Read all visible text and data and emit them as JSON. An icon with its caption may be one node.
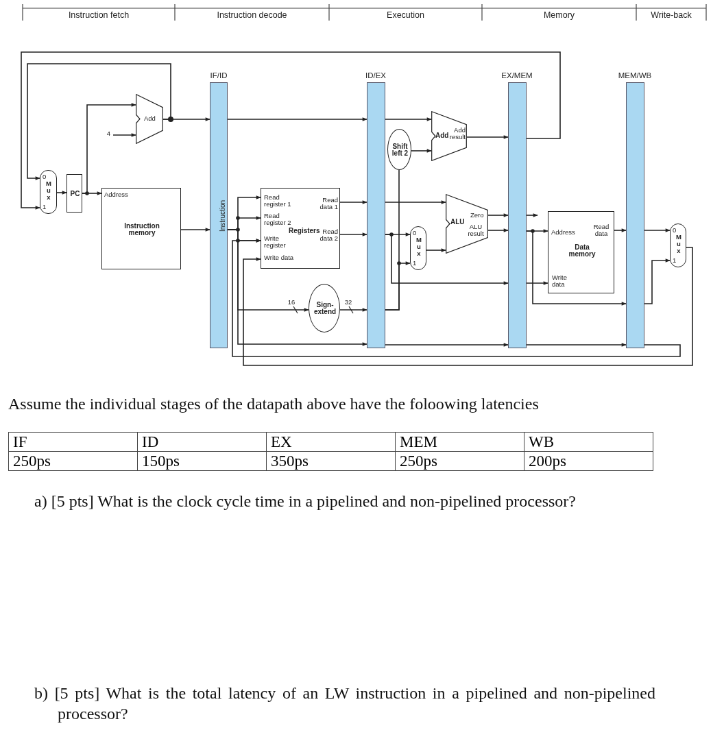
{
  "diagram": {
    "nodes": [
      {
        "text": [
          "0",
          "M u x",
          "1"
        ]
      },
      {
        "text": [
          "PC"
        ]
      },
      {
        "text": [
          "4"
        ]
      },
      {
        "text": [
          "Add"
        ]
      },
      {
        "text": [
          "Address",
          "Instruction memory"
        ]
      },
      {
        "text": [
          "IF/ID"
        ]
      },
      {
        "text": [
          "Read register 1",
          "Read data 1",
          "Read register 2",
          "Registers",
          "Read data 2",
          "Write register",
          "Write data"
        ]
      },
      {
        "text": [
          "Sign-extend"
        ]
      },
      {
        "text": [
          "ID/EX"
        ]
      },
      {
        "text": [
          "Shift left 2"
        ]
      },
      {
        "text": [
          "Add",
          "Add result"
        ]
      },
      {
        "text": [
          "0",
          "M u x",
          "1"
        ]
      },
      {
        "text": [
          "ALU",
          "Zero",
          "ALU result"
        ]
      },
      {
        "text": [
          "EX/MEM"
        ]
      },
      {
        "text": [
          "Address",
          "Read data",
          "Data memory",
          "Write data"
        ]
      },
      {
        "text": [
          "MEM/WB"
        ]
      },
      {
        "text": [
          "0",
          "M u x",
          "1"
        ]
      }
    ],
    "edges": [
      {
        "from": 0,
        "to": 1,
        "arrow": "to"
      },
      {
        "from": 1,
        "to": 3,
        "arrow": "to"
      },
      {
        "from": 1,
        "to": 4,
        "arrow": "to"
      },
      {
        "from": 2,
        "to": 3,
        "arrow": "to"
      },
      {
        "from": 3,
        "to": 5,
        "arrow": "to"
      },
      {
        "from": 3,
        "to": 0,
        "arrow": "to"
      },
      {
        "from": 4,
        "to": 5,
        "arrow": "to"
      },
      {
        "from": 5,
        "to": 8,
        "arrow": "to"
      },
      {
        "from": 5,
        "to": 6,
        "arrow": "to"
      },
      {
        "from": 5,
        "to": 6,
        "arrow": "to"
      },
      {
        "from": 5,
        "to": 6,
        "arrow": "to"
      },
      {
        "from": 5,
        "to": 7,
        "arrow": "to"
      },
      {
        "from": 5,
        "to": 8,
        "arrow": "to"
      },
      {
        "from": 6,
        "to": 8,
        "arrow": "to"
      },
      {
        "from": 6,
        "to": 8,
        "arrow": "to"
      },
      {
        "from": 7,
        "to": 8,
        "arrow": "to"
      },
      {
        "from": 8,
        "to": 10,
        "arrow": "to"
      },
      {
        "from": 8,
        "to": 9,
        "arrow": "none"
      },
      {
        "from": 9,
        "to": 10,
        "arrow": "to"
      },
      {
        "from": 8,
        "to": 11,
        "arrow": "to"
      },
      {
        "from": 8,
        "to": 12,
        "arrow": "to"
      },
      {
        "from": 8,
        "to": 11,
        "arrow": "to"
      },
      {
        "from": 8,
        "to": 13,
        "arrow": "to"
      },
      {
        "from": 11,
        "to": 12,
        "arrow": "to"
      },
      {
        "from": 10,
        "to": 13,
        "arrow": "to"
      },
      {
        "from": 13,
        "to": 0,
        "arrow": "to"
      },
      {
        "from": 12,
        "to": 13,
        "arrow": "to"
      },
      {
        "from": 12,
        "to": 13,
        "arrow": "to"
      },
      {
        "from": 13,
        "to": null,
        "arrow": "to"
      },
      {
        "from": 13,
        "to": 14,
        "arrow": "to"
      },
      {
        "from": 13,
        "to": 14,
        "arrow": "to"
      },
      {
        "from": 13,
        "to": 15,
        "arrow": "to"
      },
      {
        "from": 14,
        "to": 15,
        "arrow": "to"
      },
      {
        "from": 15,
        "to": 16,
        "arrow": "to"
      },
      {
        "from": 15,
        "to": 16,
        "arrow": "to"
      },
      {
        "from": 8,
        "to": 13,
        "arrow": "to"
      },
      {
        "from": 13,
        "to": 15,
        "arrow": "to"
      },
      {
        "from": 15,
        "to": 6,
        "arrow": "to"
      },
      {
        "from": 16,
        "to": 6,
        "arrow": "to"
      }
    ],
    "labels": [
      "Instruction fetch",
      "Instruction decode",
      "Execution",
      "Memory",
      "Write-back",
      "Instruction",
      "16",
      "32",
      "Assume the individual stages of the datapath above have the foloowing latencies",
      "IF",
      "ID",
      "EX",
      "MEM",
      "WB",
      "250ps",
      "150ps",
      "350ps",
      "250ps",
      "200ps",
      "a) [5 pts] What is the clock cycle time in a pipelined and non-pipelined processor?",
      "b) [5 pts] What is the total latency of an LW instruction in a pipelined and non-pipelined processor?"
    ]
  }
}
